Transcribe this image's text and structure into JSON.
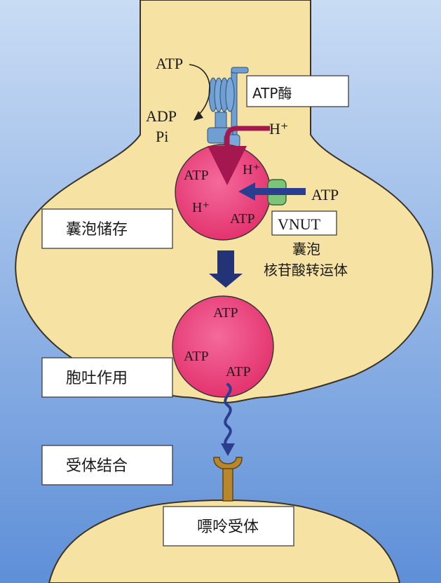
{
  "colors": {
    "background_top": "#c9dcf4",
    "background_bottom": "#5e8fd8",
    "cell": "#f6e3a3",
    "cell_outline": "#3a3326",
    "vesicle": "#ec3f79",
    "pump": "#6f9ed0",
    "transporter": "#7dc47a",
    "proton_arrow": "#a5174f",
    "atp_arrow": "#2a3d8f",
    "receptor": "#b8862b"
  },
  "icons": [
    "atpase-pump-icon",
    "vnut-transporter-icon",
    "purinergic-receptor-icon",
    "release-arrow-icon"
  ],
  "labels": {
    "atp_top": "ATP",
    "adp": "ADP",
    "pi": "Pi",
    "atpase": "ATP酶",
    "h_pump": "H⁺",
    "atp_transport": "ATP",
    "vnut": "VNUT",
    "vnut_desc_line1": "囊泡",
    "vnut_desc_line2": "核苷酸转运体"
  },
  "vesicle_top": {
    "atp_left": "ATP",
    "h_top": "H⁺",
    "h_left": "H⁺",
    "atp_bottom": "ATP"
  },
  "vesicle_bottom": {
    "atp_top": "ATP",
    "atp_left": "ATP",
    "atp_right": "ATP"
  },
  "steps": {
    "storage": "囊泡储存",
    "exocytosis": "胞吐作用",
    "binding": "受体结合",
    "receptor": "嘌呤受体"
  }
}
